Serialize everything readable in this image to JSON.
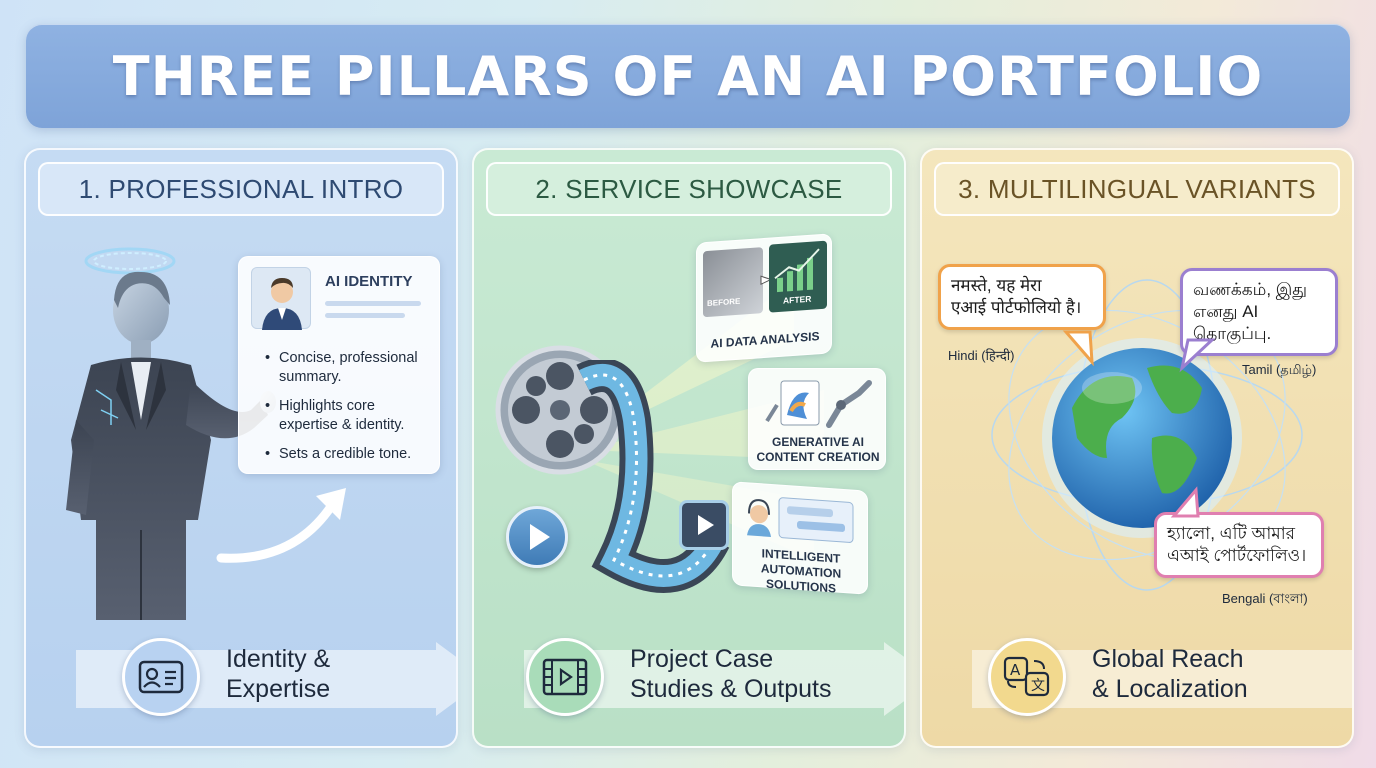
{
  "title": "THREE PILLARS OF AN AI PORTFOLIO",
  "pillars": [
    {
      "title": "1. PROFESSIONAL INTRO",
      "card": {
        "heading": "AI IDENTITY",
        "bullets": [
          "Concise, professional summary.",
          "Highlights core expertise & identity.",
          "Sets a credible tone."
        ]
      },
      "bottom": {
        "line1": "Identity &",
        "line2": "Expertise",
        "icon": "id-card-icon"
      },
      "colors": {
        "accent": "#8fb4e6"
      }
    },
    {
      "title": "2. SERVICE SHOWCASE",
      "services": [
        {
          "label": "AI DATA ANALYSIS",
          "before": "BEFORE",
          "after": "AFTER"
        },
        {
          "label_line1": "GENERATIVE AI",
          "label_line2": "CONTENT CREATION"
        },
        {
          "label_line1": "INTELLIGENT AUTOMATION",
          "label_line2": "SOLUTIONS"
        }
      ],
      "bottom": {
        "line1": "Project Case",
        "line2": "Studies & Outputs",
        "icon": "film-play-icon"
      },
      "colors": {
        "accent": "#8fd1a6"
      }
    },
    {
      "title": "3. MULTILINGUAL VARIANTS",
      "bubbles": [
        {
          "lang": "Hindi (हिन्दी)",
          "line1": "नमस्ते, यह मेरा",
          "line2": "एआई पोर्टफोलियो है।",
          "color": "#f0a24a"
        },
        {
          "lang": "Tamil (தமிழ்)",
          "line1": "வணக்கம், இது",
          "line2": "எனது AI",
          "line3": "தொகுப்பு.",
          "color": "#9b7fd0"
        },
        {
          "lang": "Bengali (বাংলা)",
          "line1": "হ্যালো, এটি আমার",
          "line2": "এআই পোর্টফোলিও।",
          "color": "#e07fb0"
        }
      ],
      "bottom": {
        "line1": "Global Reach",
        "line2": "& Localization",
        "icon": "translate-icon"
      },
      "colors": {
        "accent": "#f0d48a"
      }
    }
  ]
}
